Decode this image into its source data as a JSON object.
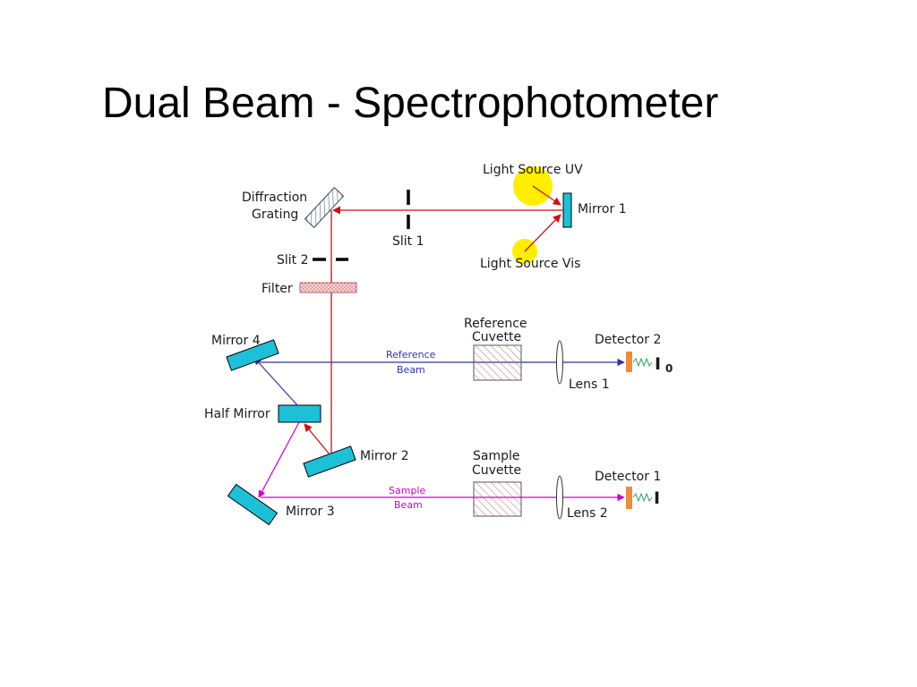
{
  "slide": {
    "title": "Dual Beam - Spectrophotometer"
  },
  "colors": {
    "beam_source": "#cc1111",
    "beam_reference": "#3333aa",
    "beam_sample": "#cc00cc",
    "mirror": "#1ec0d8",
    "detector": "#f08a3c",
    "lamp": "#ffee00",
    "filter": "#e0a0a0",
    "cuvette_hatch": "#c07070"
  },
  "labels": {
    "diffraction_grating_line1": "Diffraction",
    "diffraction_grating_line2": "Grating",
    "slit1": "Slit 1",
    "slit2": "Slit 2",
    "filter": "Filter",
    "light_source_uv": "Light Source UV",
    "light_source_vis": "Light Source Vis",
    "mirror1": "Mirror 1",
    "mirror2": "Mirror 2",
    "mirror3": "Mirror 3",
    "mirror4": "Mirror 4",
    "half_mirror": "Half Mirror",
    "reference_cuvette_line1": "Reference",
    "reference_cuvette_line2": "Cuvette",
    "sample_cuvette_line1": "Sample",
    "sample_cuvette_line2": "Cuvette",
    "reference_beam_line1": "Reference",
    "reference_beam_line2": "Beam",
    "sample_beam_line1": "Sample",
    "sample_beam_line2": "Beam",
    "lens1": "Lens 1",
    "lens2": "Lens 2",
    "detector1": "Detector 1",
    "detector2": "Detector 2",
    "intensity_reference": "I",
    "intensity_reference_sub": "0",
    "intensity_sample": "I"
  }
}
